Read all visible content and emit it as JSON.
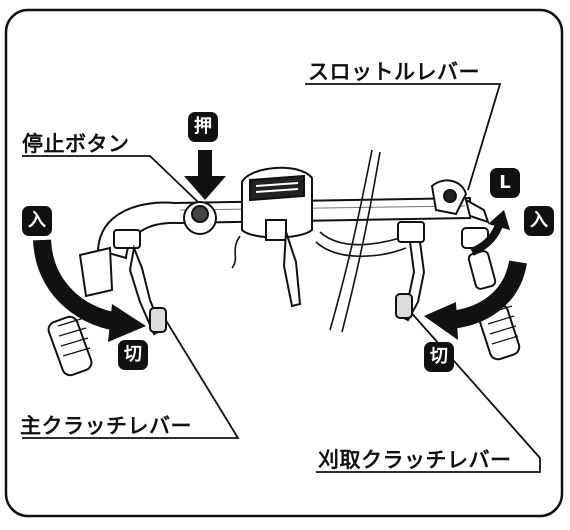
{
  "labels": {
    "throttle_lever": "スロットルレバー",
    "stop_button": "停止ボタン",
    "main_clutch_lever": "主クラッチレバー",
    "reaper_clutch_lever": "刈取クラッチレバー"
  },
  "badges": {
    "push": "押",
    "in_left": "入",
    "off_left": "切",
    "low": "L",
    "in_right": "入",
    "off_right": "切"
  }
}
